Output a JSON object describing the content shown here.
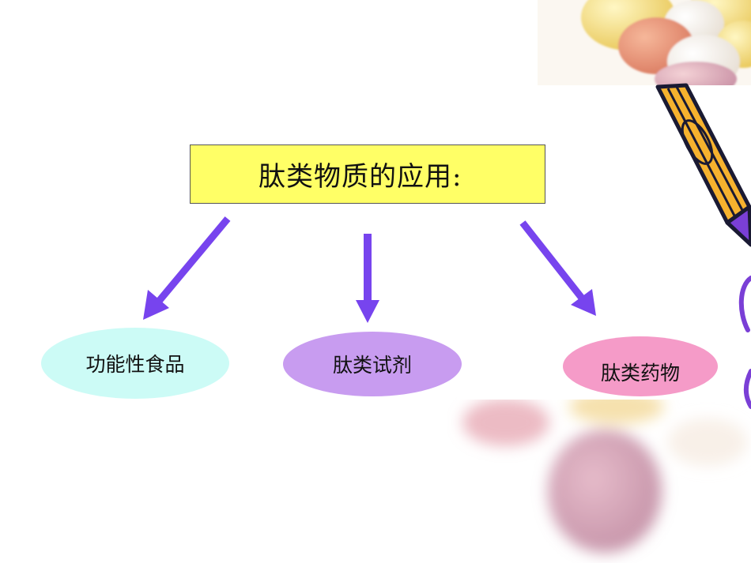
{
  "title": "肽类物质的应用:",
  "nodes": [
    {
      "label": "功能性食品",
      "fill": "#ccfbf6"
    },
    {
      "label": "肽类试剂",
      "fill": "#c89cf0"
    },
    {
      "label": "肽类药物",
      "fill": "#f59bc8"
    }
  ],
  "colors": {
    "title_box": "#ffff66",
    "arrow": "#7744ee",
    "pencil_body": "#f6b22e",
    "pencil_outline": "#1a1a33",
    "pencil_tip": "#7a3fd6"
  },
  "decor_icons": [
    "candy-eggs-photo-top",
    "candy-eggs-photo-bottom",
    "pencil-icon",
    "purple-scribble"
  ]
}
